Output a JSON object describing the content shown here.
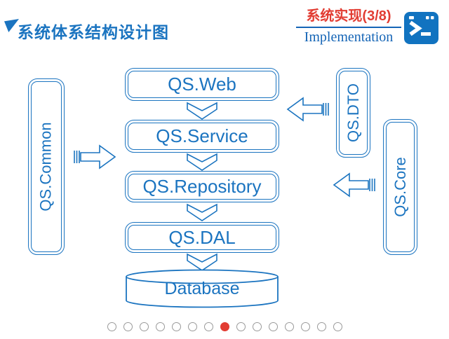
{
  "header": {
    "title": "系统体系结构设计图",
    "section_label": "系统实现(3/8)",
    "section_sub": "Implementation"
  },
  "colors": {
    "blue": "#1b74c0",
    "red": "#e23d33",
    "dot_gray": "#9a9a9a"
  },
  "diagram": {
    "layers": [
      "QS.Web",
      "QS.Service",
      "QS.Repository",
      "QS.DAL"
    ],
    "database_label": "Database",
    "side_left_label": "QS.Common",
    "side_right_top_label": "QS.DTO",
    "side_right_bottom_label": "QS.Core"
  },
  "pagination": {
    "total": 15,
    "active_index": 7
  }
}
